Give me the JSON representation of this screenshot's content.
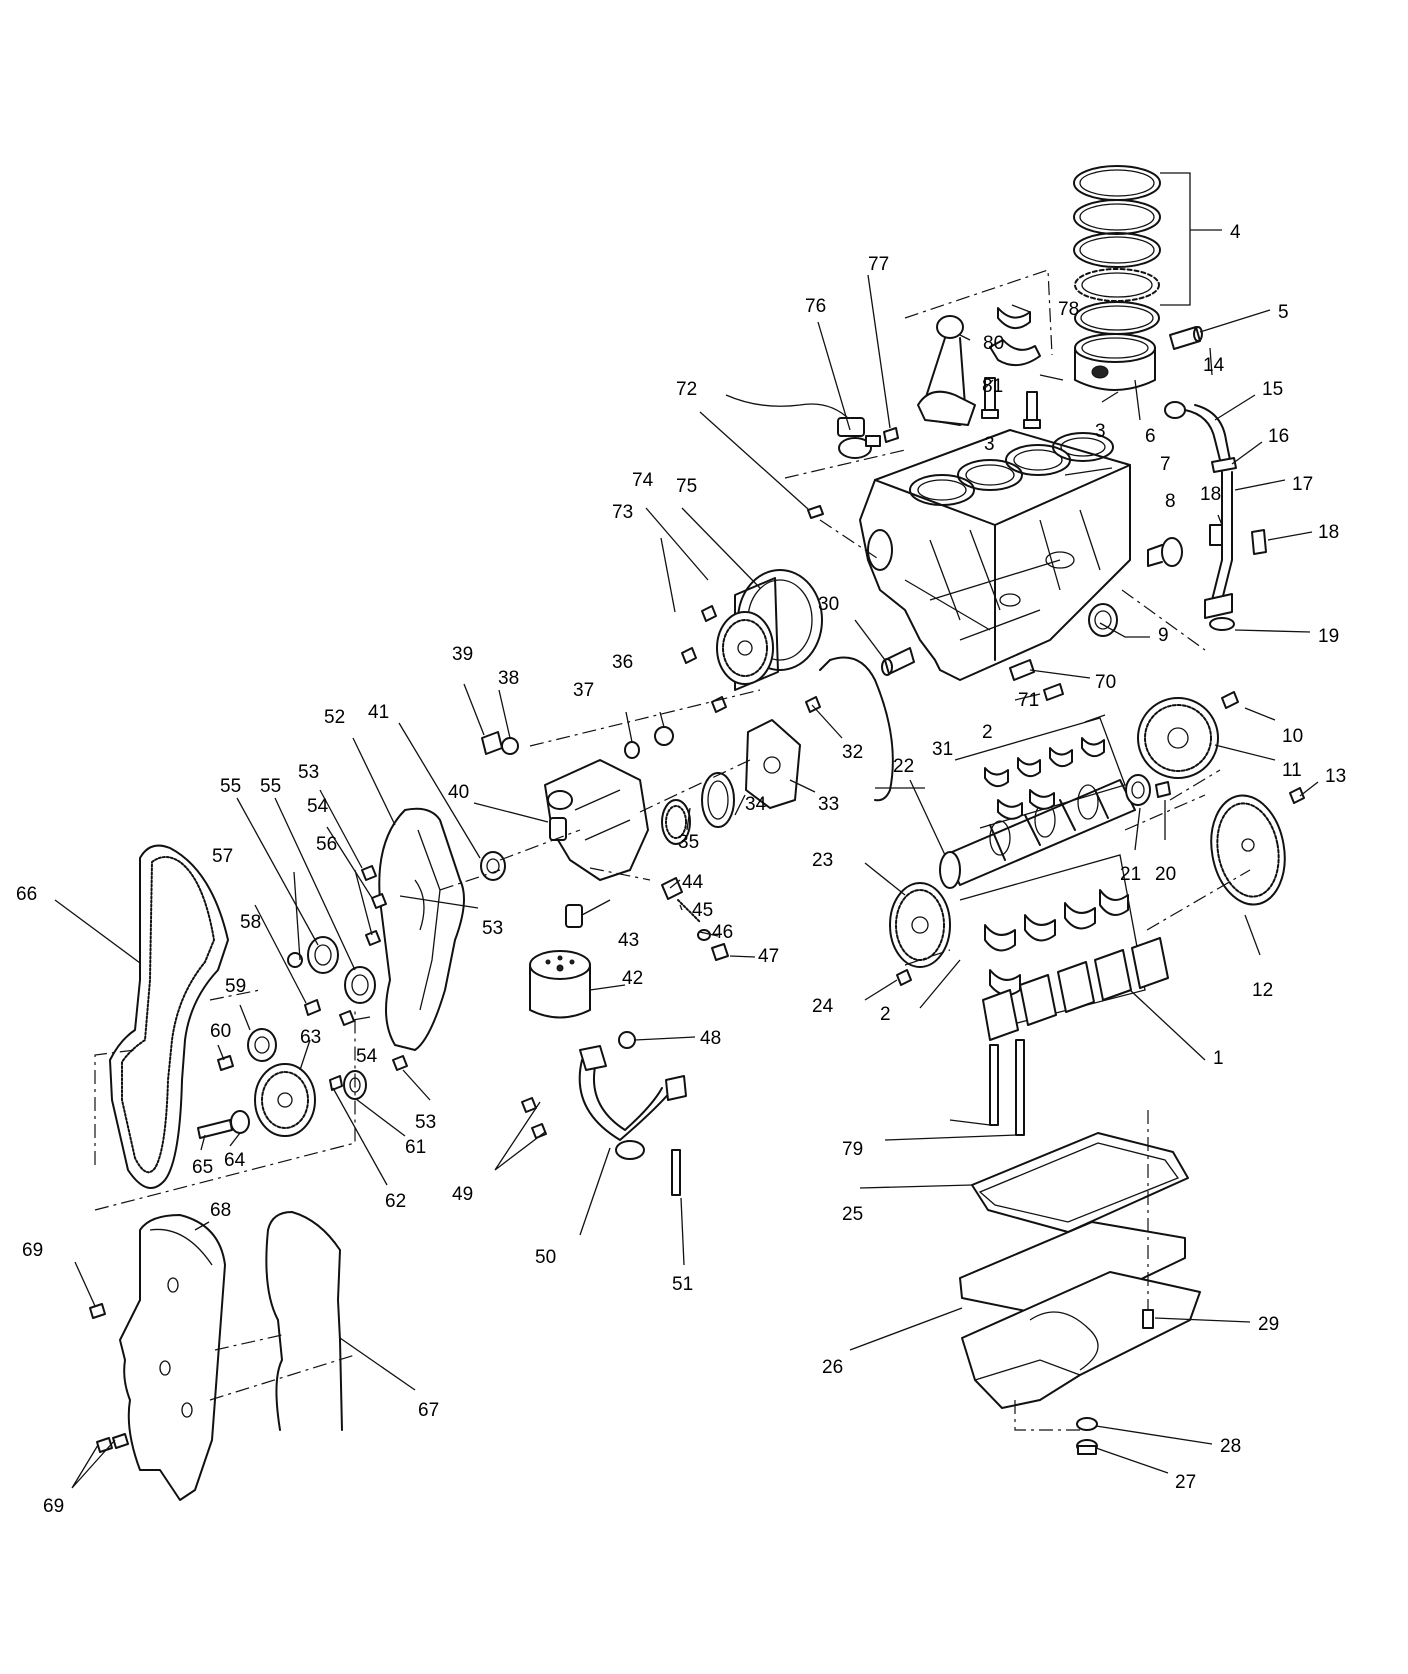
{
  "diagram": {
    "callouts": [
      {
        "id": "c1",
        "text": "1"
      },
      {
        "id": "c2a",
        "text": "2"
      },
      {
        "id": "c2b",
        "text": "2"
      },
      {
        "id": "c3a",
        "text": "3"
      },
      {
        "id": "c3b",
        "text": "3"
      },
      {
        "id": "c4",
        "text": "4"
      },
      {
        "id": "c5",
        "text": "5"
      },
      {
        "id": "c6",
        "text": "6"
      },
      {
        "id": "c7",
        "text": "7"
      },
      {
        "id": "c8",
        "text": "8"
      },
      {
        "id": "c9",
        "text": "9"
      },
      {
        "id": "c10",
        "text": "10"
      },
      {
        "id": "c11",
        "text": "11"
      },
      {
        "id": "c12",
        "text": "12"
      },
      {
        "id": "c13",
        "text": "13"
      },
      {
        "id": "c14",
        "text": "14"
      },
      {
        "id": "c15",
        "text": "15"
      },
      {
        "id": "c16",
        "text": "16"
      },
      {
        "id": "c17",
        "text": "17"
      },
      {
        "id": "c18a",
        "text": "18"
      },
      {
        "id": "c18b",
        "text": "18"
      },
      {
        "id": "c19",
        "text": "19"
      },
      {
        "id": "c20",
        "text": "20"
      },
      {
        "id": "c21",
        "text": "21"
      },
      {
        "id": "c22",
        "text": "22"
      },
      {
        "id": "c23",
        "text": "23"
      },
      {
        "id": "c24",
        "text": "24"
      },
      {
        "id": "c25",
        "text": "25"
      },
      {
        "id": "c26",
        "text": "26"
      },
      {
        "id": "c27",
        "text": "27"
      },
      {
        "id": "c28",
        "text": "28"
      },
      {
        "id": "c29",
        "text": "29"
      },
      {
        "id": "c30",
        "text": "30"
      },
      {
        "id": "c31",
        "text": "31"
      },
      {
        "id": "c32",
        "text": "32"
      },
      {
        "id": "c33",
        "text": "33"
      },
      {
        "id": "c34",
        "text": "34"
      },
      {
        "id": "c35",
        "text": "35"
      },
      {
        "id": "c36",
        "text": "36"
      },
      {
        "id": "c37",
        "text": "37"
      },
      {
        "id": "c38",
        "text": "38"
      },
      {
        "id": "c39",
        "text": "39"
      },
      {
        "id": "c40",
        "text": "40"
      },
      {
        "id": "c41",
        "text": "41"
      },
      {
        "id": "c42",
        "text": "42"
      },
      {
        "id": "c43",
        "text": "43"
      },
      {
        "id": "c44",
        "text": "44"
      },
      {
        "id": "c45",
        "text": "45"
      },
      {
        "id": "c46",
        "text": "46"
      },
      {
        "id": "c47",
        "text": "47"
      },
      {
        "id": "c48",
        "text": "48"
      },
      {
        "id": "c49",
        "text": "49"
      },
      {
        "id": "c50",
        "text": "50"
      },
      {
        "id": "c51",
        "text": "51"
      },
      {
        "id": "c52",
        "text": "52"
      },
      {
        "id": "c53a",
        "text": "53"
      },
      {
        "id": "c53b",
        "text": "53"
      },
      {
        "id": "c53c",
        "text": "53"
      },
      {
        "id": "c54a",
        "text": "54"
      },
      {
        "id": "c54b",
        "text": "54"
      },
      {
        "id": "c55a",
        "text": "55"
      },
      {
        "id": "c55b",
        "text": "55"
      },
      {
        "id": "c56",
        "text": "56"
      },
      {
        "id": "c57",
        "text": "57"
      },
      {
        "id": "c58",
        "text": "58"
      },
      {
        "id": "c59",
        "text": "59"
      },
      {
        "id": "c60",
        "text": "60"
      },
      {
        "id": "c61",
        "text": "61"
      },
      {
        "id": "c62",
        "text": "62"
      },
      {
        "id": "c63",
        "text": "63"
      },
      {
        "id": "c64",
        "text": "64"
      },
      {
        "id": "c65",
        "text": "65"
      },
      {
        "id": "c66",
        "text": "66"
      },
      {
        "id": "c67",
        "text": "67"
      },
      {
        "id": "c68",
        "text": "68"
      },
      {
        "id": "c69a",
        "text": "69"
      },
      {
        "id": "c69b",
        "text": "69"
      },
      {
        "id": "c70",
        "text": "70"
      },
      {
        "id": "c71",
        "text": "71"
      },
      {
        "id": "c72",
        "text": "72"
      },
      {
        "id": "c73",
        "text": "73"
      },
      {
        "id": "c74",
        "text": "74"
      },
      {
        "id": "c75",
        "text": "75"
      },
      {
        "id": "c76",
        "text": "76"
      },
      {
        "id": "c77",
        "text": "77"
      },
      {
        "id": "c78",
        "text": "78"
      },
      {
        "id": "c79",
        "text": "79"
      },
      {
        "id": "c80",
        "text": "80"
      },
      {
        "id": "c81",
        "text": "81"
      }
    ]
  }
}
